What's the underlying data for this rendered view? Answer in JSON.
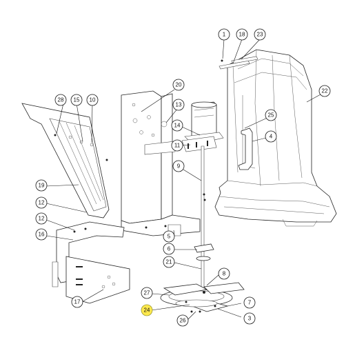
{
  "callouts": [
    {
      "id": "c1",
      "label": "1"
    },
    {
      "id": "c18",
      "label": "18"
    },
    {
      "id": "c23",
      "label": "23"
    },
    {
      "id": "c22",
      "label": "22"
    },
    {
      "id": "c20",
      "label": "20"
    },
    {
      "id": "c13",
      "label": "13"
    },
    {
      "id": "c14",
      "label": "14"
    },
    {
      "id": "c11",
      "label": "11"
    },
    {
      "id": "c25",
      "label": "25"
    },
    {
      "id": "c4",
      "label": "4"
    },
    {
      "id": "c28",
      "label": "28"
    },
    {
      "id": "c15",
      "label": "15"
    },
    {
      "id": "c10",
      "label": "10"
    },
    {
      "id": "c9",
      "label": "9"
    },
    {
      "id": "c19",
      "label": "19"
    },
    {
      "id": "c12a",
      "label": "12"
    },
    {
      "id": "c12b",
      "label": "12"
    },
    {
      "id": "c16",
      "label": "16"
    },
    {
      "id": "c5",
      "label": "5"
    },
    {
      "id": "c6",
      "label": "6"
    },
    {
      "id": "c21",
      "label": "21"
    },
    {
      "id": "c8",
      "label": "8"
    },
    {
      "id": "c17",
      "label": "17"
    },
    {
      "id": "c27",
      "label": "27"
    },
    {
      "id": "c24",
      "label": "24",
      "highlighted": true
    },
    {
      "id": "c7",
      "label": "7"
    },
    {
      "id": "c26",
      "label": "26"
    },
    {
      "id": "c3",
      "label": "3"
    }
  ],
  "colors": {
    "highlight": "#ffe94d",
    "line": "#222222",
    "background": "#ffffff"
  }
}
